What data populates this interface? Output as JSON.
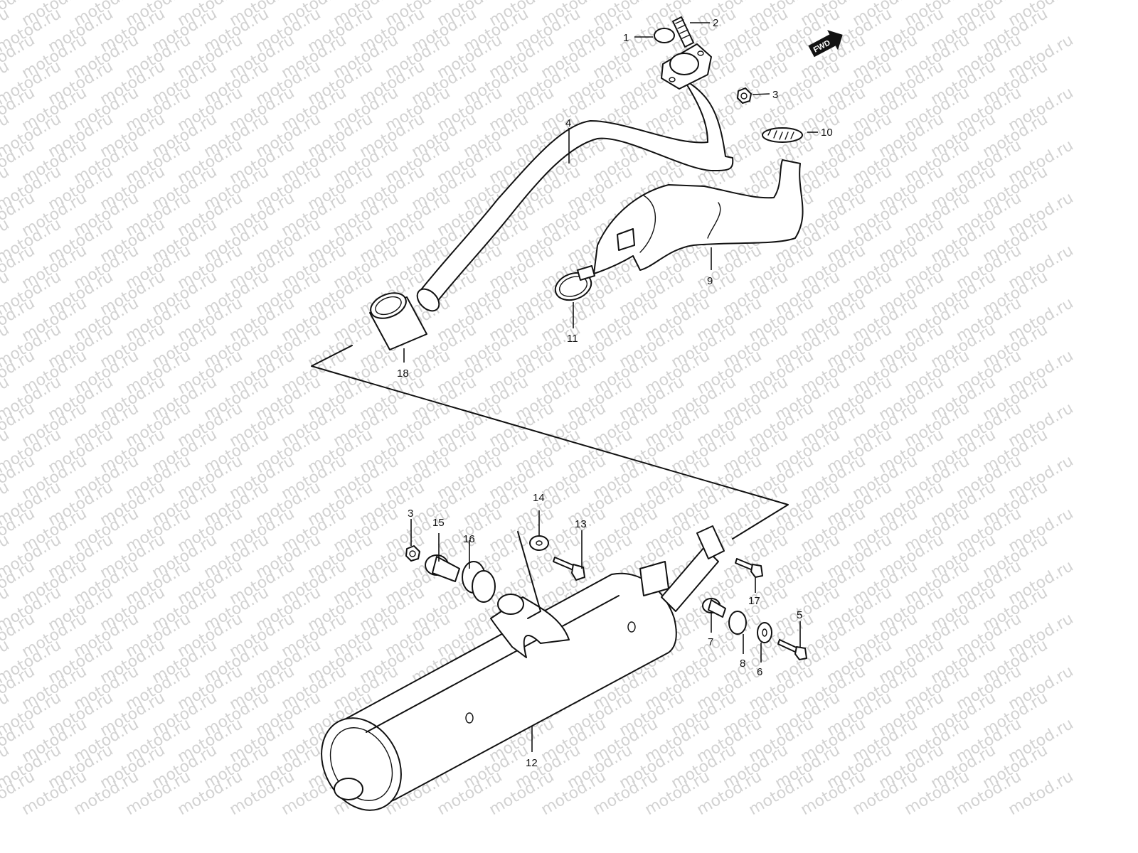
{
  "watermark": {
    "text": "motod.ru",
    "color": "#d2d2d2"
  },
  "direction_badge": {
    "text": "FWD"
  },
  "callouts": [
    "1",
    "2",
    "3",
    "4",
    "5",
    "6",
    "7",
    "8",
    "9",
    "10",
    "11",
    "12",
    "13",
    "14",
    "15",
    "16",
    "17",
    "18"
  ],
  "colors": {
    "line": "#111111",
    "background": "#ffffff"
  }
}
